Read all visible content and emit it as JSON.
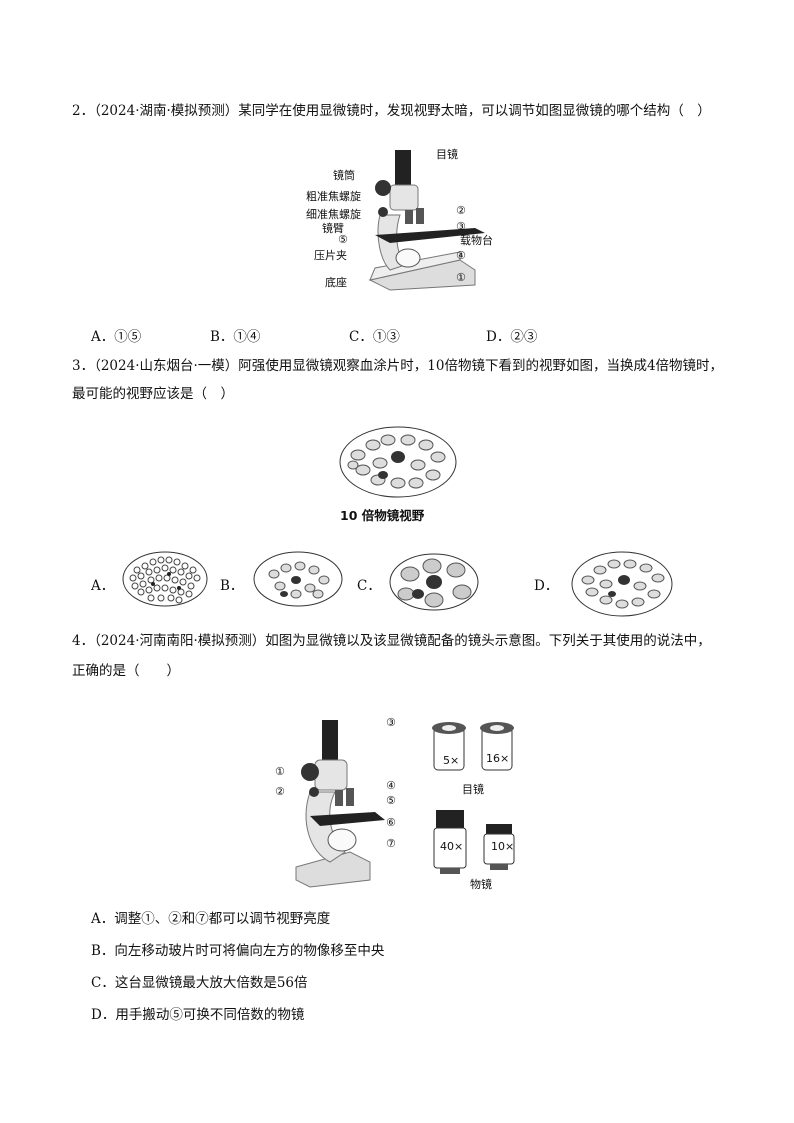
{
  "q2": {
    "text": "2．（2024·湖南·模拟预测）某同学在使用显微镜时，发现视野太暗，可以调节如图显微镜的哪个结构（　）",
    "labels": {
      "eyepiece": "目镜",
      "tube": "镜筒",
      "coarse": "粗准焦螺旋",
      "fine": "细准焦螺旋",
      "arm": "镜臂",
      "n5": "⑤",
      "clip": "压片夹",
      "base": "底座",
      "n2": "②",
      "n3": "③",
      "stage": "载物台",
      "n4": "④",
      "n1": "①"
    },
    "options": [
      "A．①⑤",
      "B．①④",
      "C．①③",
      "D．②③"
    ]
  },
  "q3": {
    "text_line1": "3．（2024·山东烟台·一模）阿强使用显微镜观察血涂片时，10倍物镜下看到的视野如图，当换成4倍物镜时，",
    "text_line2": "最可能的视野应该是（　）",
    "caption": "10 倍物镜视野",
    "options": [
      "A．",
      "B．",
      "C．",
      "D．"
    ]
  },
  "q4": {
    "text_line1": "4．（2024·河南南阳·模拟预测）如图为显微镜以及该显微镜配备的镜头示意图。下列关于其使用的说法中，",
    "text_line2": "正确的是（　　）",
    "labels": {
      "n1": "①",
      "n2": "②",
      "n3": "③",
      "n4": "④",
      "n5": "⑤",
      "n6": "⑥",
      "n7": "⑦",
      "e5": "5×",
      "e16": "16×",
      "o40": "40×",
      "o10": "10×",
      "eyepiece": "目镜",
      "objective": "物镜"
    },
    "options": [
      "A．调整①、②和⑦都可以调节视野亮度",
      "B．向左移动玻片时可将偏向左方的物像移至中央",
      "C．这台显微镜最大放大倍数是56倍",
      "D．用手搬动⑤可换不同倍数的物镜"
    ]
  }
}
